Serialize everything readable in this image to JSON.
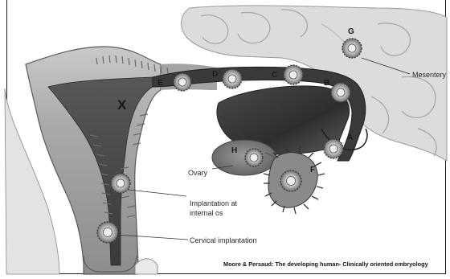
{
  "labels": {
    "x": "X",
    "a": "A",
    "b": "B",
    "c": "C",
    "d": "D",
    "e": "E",
    "f": "F",
    "g": "G",
    "h": "H",
    "mesentery": "Mesentery",
    "ovary": "Ovary",
    "implantation_os_1": "Implantation at",
    "implantation_os_2": "internal os",
    "cervical": "Cervical implantation"
  },
  "caption": "Moore & Persaud: The developing human- Clinically oriented embryology"
}
